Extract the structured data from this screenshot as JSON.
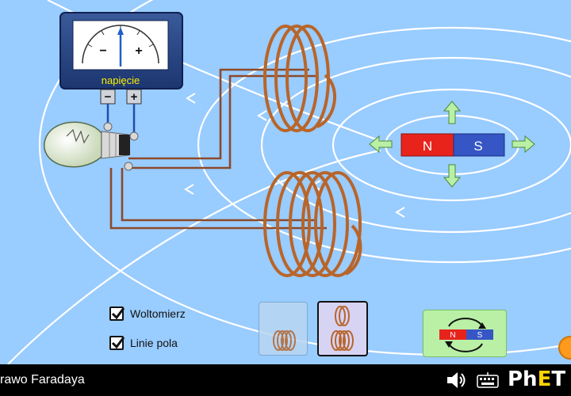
{
  "app": {
    "title": "rawo Faradaya"
  },
  "voltmeter": {
    "label": "napięcie",
    "minus": "−",
    "plus": "+",
    "terminal_minus": "−",
    "terminal_plus": "+"
  },
  "magnet": {
    "north": "N",
    "south": "S"
  },
  "controls": {
    "voltmeter_checkbox": {
      "label": "Woltomierz",
      "checked": true
    },
    "field_lines_checkbox": {
      "label": "Linie pola",
      "checked": true
    },
    "coil_options": [
      "one-coil",
      "two-coils"
    ],
    "selected_coil_option": "two-coils",
    "flip_magnet": {
      "north": "N",
      "south": "S"
    }
  },
  "colors": {
    "background": "#99ccff",
    "coil": "#b8652a",
    "wire": "#8b4a2b",
    "magnet_north": "#e8231c",
    "magnet_south": "#3556c4",
    "arrow_green": "#b9f0a6",
    "footer": "#000000"
  }
}
